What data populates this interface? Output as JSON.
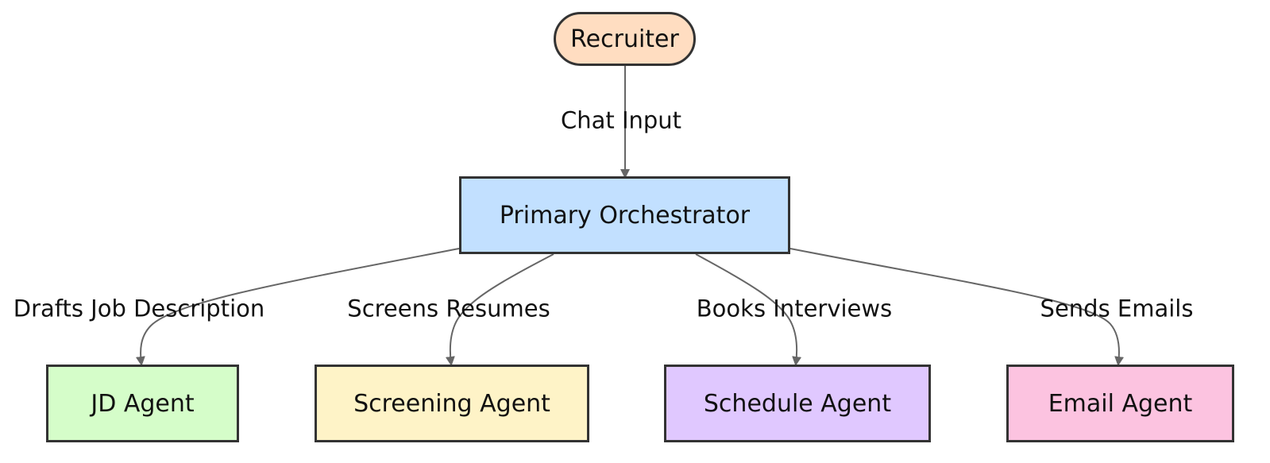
{
  "diagram": {
    "nodes": [
      {
        "id": "recruiter",
        "label": "Recruiter",
        "fill": "#FFDDC1",
        "shape": "stadium"
      },
      {
        "id": "orchestrator",
        "label": "Primary Orchestrator",
        "fill": "#C2E0FF",
        "shape": "rect"
      },
      {
        "id": "jd",
        "label": "JD Agent",
        "fill": "#D5FDC9",
        "shape": "rect"
      },
      {
        "id": "screening",
        "label": "Screening Agent",
        "fill": "#FEF3C7",
        "shape": "rect"
      },
      {
        "id": "schedule",
        "label": "Schedule Agent",
        "fill": "#E0C8FF",
        "shape": "rect"
      },
      {
        "id": "email",
        "label": "Email Agent",
        "fill": "#FCC3E0",
        "shape": "rect"
      }
    ],
    "edges": [
      {
        "from": "recruiter",
        "to": "orchestrator",
        "label": "Chat Input"
      },
      {
        "from": "orchestrator",
        "to": "jd",
        "label": "Drafts Job Description"
      },
      {
        "from": "orchestrator",
        "to": "screening",
        "label": "Screens Resumes"
      },
      {
        "from": "orchestrator",
        "to": "schedule",
        "label": "Books Interviews"
      },
      {
        "from": "orchestrator",
        "to": "email",
        "label": "Sends Emails"
      }
    ],
    "colors": {
      "node_border": "#333333",
      "edge_stroke": "#666666",
      "text": "#111111"
    }
  }
}
